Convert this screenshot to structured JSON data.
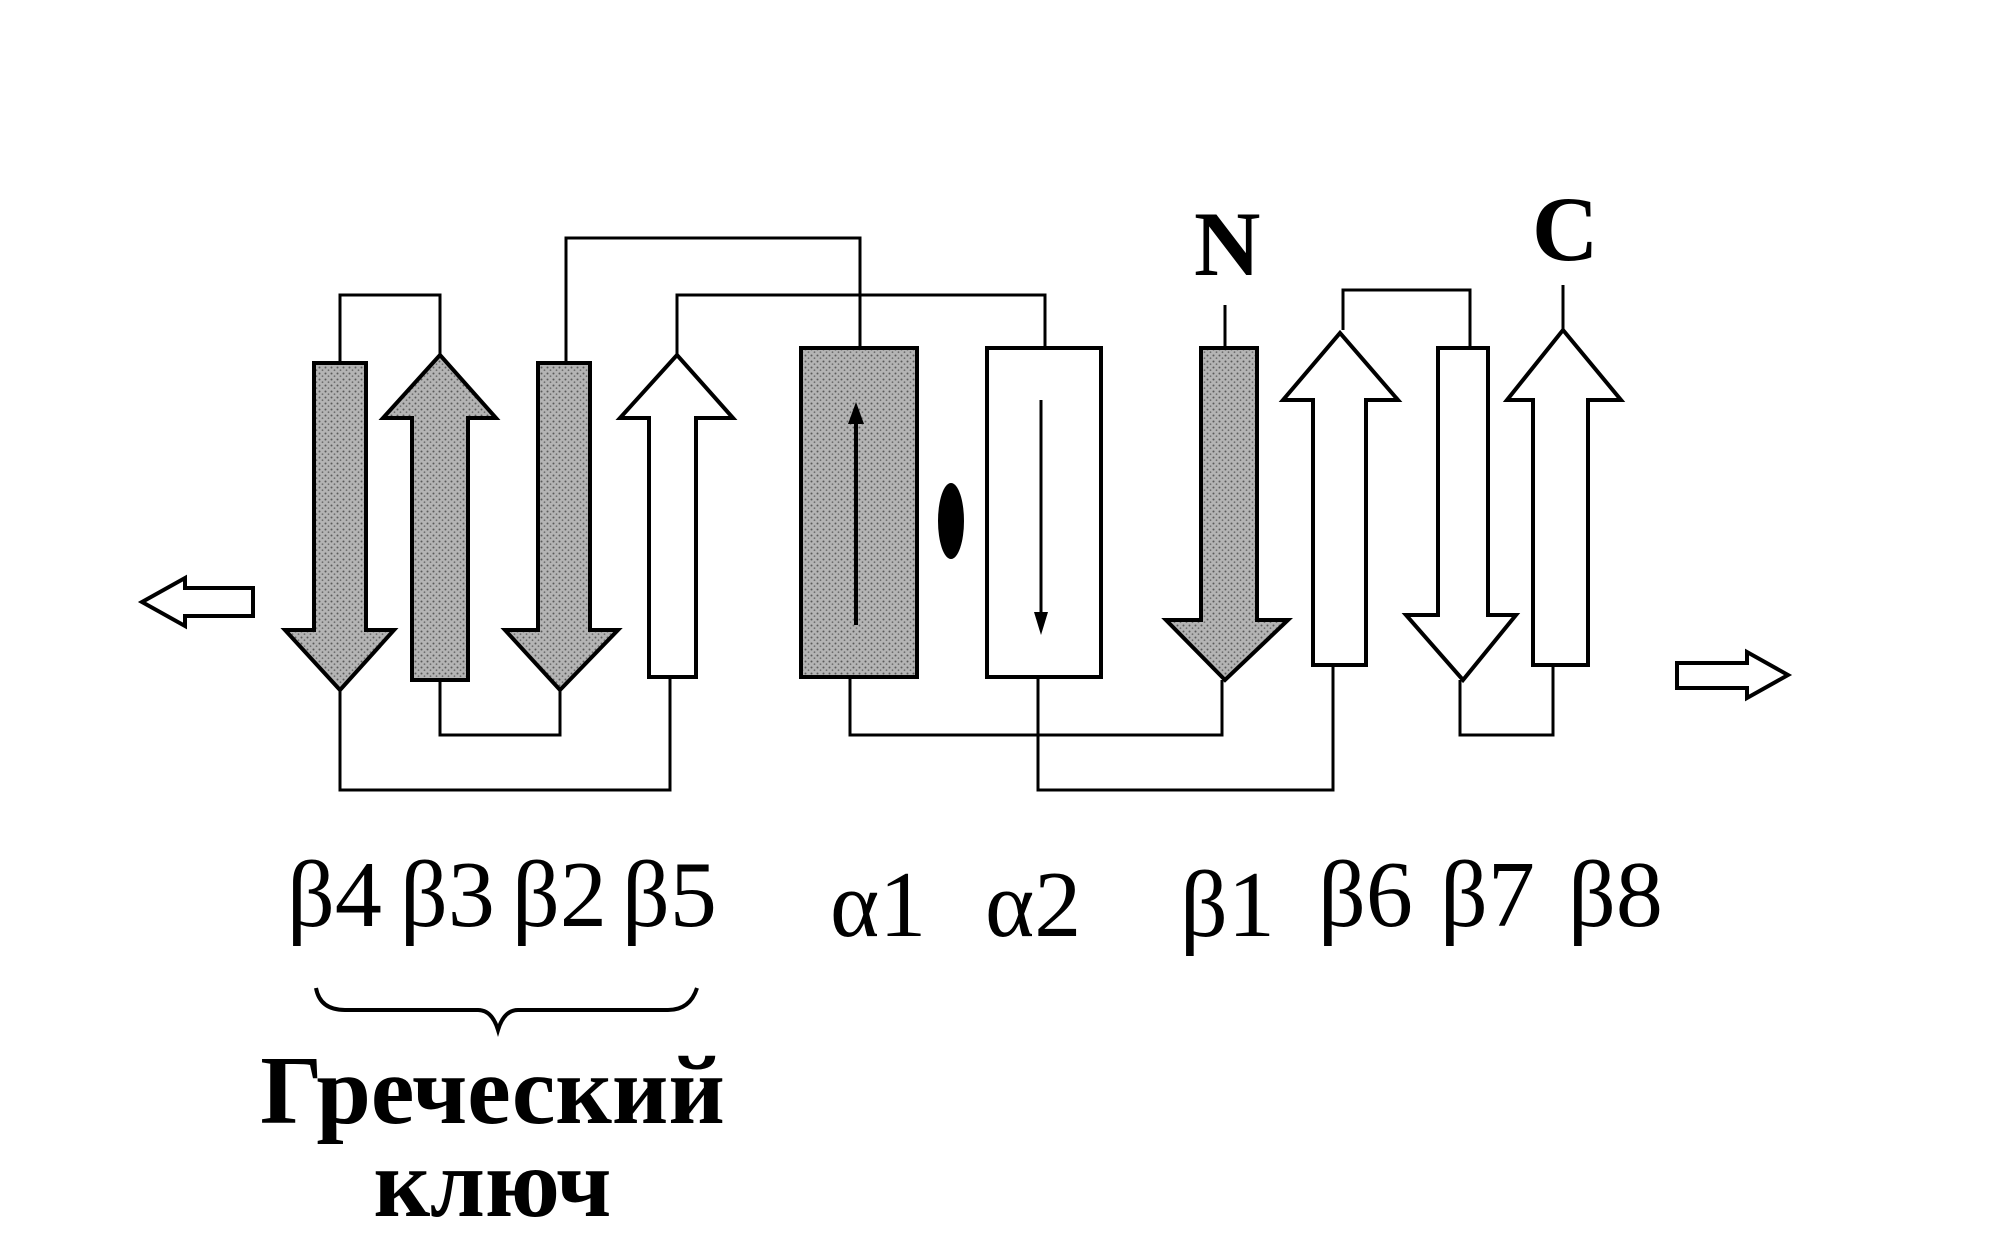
{
  "termini": {
    "n": "N",
    "c": "C"
  },
  "strands": {
    "b4": "β4",
    "b3": "β3",
    "b2": "β2",
    "b5": "β5",
    "a1": "α1",
    "a2": "α2",
    "b1": "β1",
    "b6": "β6",
    "b7": "β7",
    "b8": "β8"
  },
  "caption": {
    "line1": "Греческий",
    "line2": "ключ"
  },
  "colors": {
    "shaded": "#a9a9a9",
    "outline": "#000000",
    "fill_open": "#ffffff"
  }
}
